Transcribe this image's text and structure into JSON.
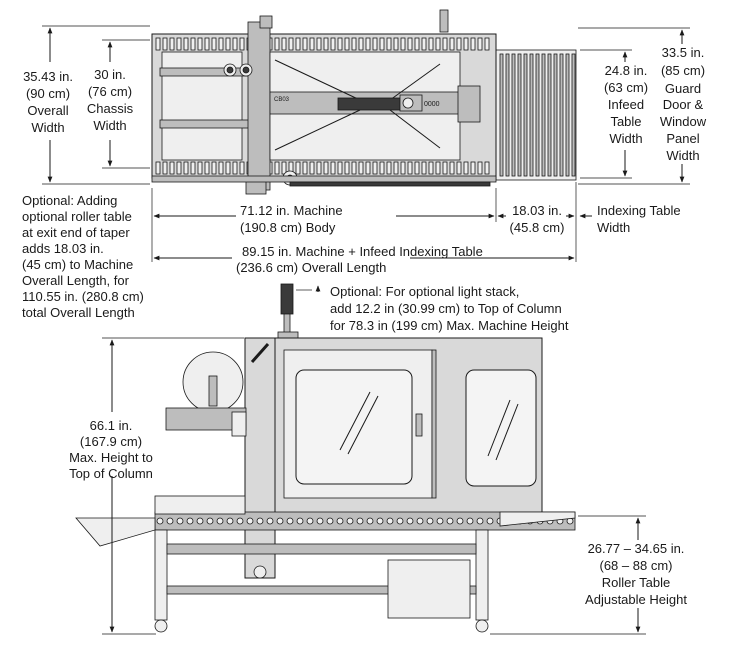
{
  "top_view": {
    "overall_width": [
      "35.43 in.",
      "(90 cm)",
      "Overall",
      "Width"
    ],
    "chassis_width": [
      "30 in.",
      "(76 cm)",
      "Chassis",
      "Width"
    ],
    "guard_width": [
      "33.5 in.",
      "(85 cm)",
      "Guard",
      "Door &",
      "Window",
      "Panel",
      "Width"
    ],
    "infeed_width": [
      "24.8 in.",
      "(63 cm)",
      "Infeed",
      "Table",
      "Width"
    ],
    "machine_body": [
      "71.12 in.  Machine",
      "(190.8 cm) Body"
    ],
    "indexing_table": [
      "18.03 in.",
      "(45.8 cm)"
    ],
    "indexing_label": [
      "Indexing Table",
      "Width"
    ],
    "overall_length": [
      "89.15 in.   Machine + Infeed Indexing Table",
      "(236.6 cm) Overall Length"
    ],
    "optional_roller": [
      "Optional: Adding",
      "optional roller table",
      "at exit end of taper",
      "adds 18.03 in.",
      "(45 cm) to Machine",
      "Overall Length, for",
      "110.55 in. (280.8 cm)",
      "total Overall Length"
    ]
  },
  "side_view": {
    "light_stack": [
      "Optional: For optional light stack,",
      "add 12.2 in (30.99 cm) to Top of Column",
      "for 78.3 in (199 cm) Max. Machine Height"
    ],
    "max_height": [
      "66.1 in.",
      "(167.9 cm)",
      "Max. Height to",
      "Top of Column"
    ],
    "roller_height": [
      "26.77 – 34.65 in.",
      "(68 – 88 cm)",
      "Roller Table",
      "Adjustable Height"
    ]
  },
  "drawing": {
    "panel_code": "CB03"
  }
}
